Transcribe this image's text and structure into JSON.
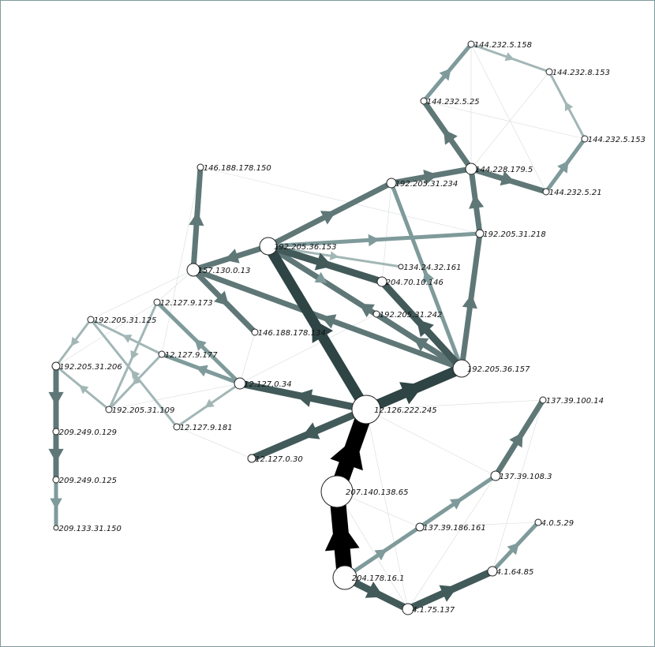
{
  "colors": {
    "background": "#ffffff",
    "border": "#7f9a9a",
    "node_fill": "#ffffff",
    "node_stroke": "#222222",
    "edge_black": "#000000",
    "edge_darkest": "#2f4444",
    "edge_dark": "#425a5a",
    "edge_medium": "#5f7777",
    "edge_light": "#7f9a9a",
    "edge_pale": "#a2b6b6",
    "edge_faint": "#d7dcdc"
  },
  "nodes": [
    {
      "id": "144.232.5.158",
      "label": "144.232.5.158"
    },
    {
      "id": "144.232.8.153",
      "label": "144.232.8.153"
    },
    {
      "id": "144.232.5.25",
      "label": "144.232.5.25"
    },
    {
      "id": "144.232.5.153",
      "label": "144.232.5.153"
    },
    {
      "id": "144.228.179.5",
      "label": "144.228.179.5"
    },
    {
      "id": "144.232.5.21",
      "label": "144.232.5.21"
    },
    {
      "id": "146.188.178.150",
      "label": "146.188.178.150"
    },
    {
      "id": "192.205.31.234",
      "label": "192.205.31.234"
    },
    {
      "id": "192.205.31.218",
      "label": "192.205.31.218"
    },
    {
      "id": "192.205.36.153",
      "label": "192.205.36.153"
    },
    {
      "id": "157.130.0.13",
      "label": "157.130.0.13"
    },
    {
      "id": "134.24.32.161",
      "label": "134.24.32.161"
    },
    {
      "id": "204.70.10.146",
      "label": "204.70.10.146"
    },
    {
      "id": "12.127.9.173",
      "label": "12.127.9.173"
    },
    {
      "id": "192.205.31.125",
      "label": "192.205.31.125"
    },
    {
      "id": "192.205.31.242",
      "label": "192.205.31.242"
    },
    {
      "id": "146.188.178.134",
      "label": "146.188.178.134"
    },
    {
      "id": "12.127.9.177",
      "label": "12.127.9.177"
    },
    {
      "id": "192.205.36.157",
      "label": "192.205.36.157"
    },
    {
      "id": "192.205.31.206",
      "label": "192.205.31.206"
    },
    {
      "id": "12.127.0.34",
      "label": "12.127.0.34"
    },
    {
      "id": "12.126.222.245",
      "label": "12.126.222.245"
    },
    {
      "id": "137.39.100.14",
      "label": "137.39.100.14"
    },
    {
      "id": "192.205.31.109",
      "label": "192.205.31.109"
    },
    {
      "id": "12.127.9.181",
      "label": "12.127.9.181"
    },
    {
      "id": "209.249.0.129",
      "label": "209.249.0.129"
    },
    {
      "id": "12.127.0.30",
      "label": "12.127.0.30"
    },
    {
      "id": "137.39.108.3",
      "label": "137.39.108.3"
    },
    {
      "id": "209.249.0.125",
      "label": "209.249.0.125"
    },
    {
      "id": "207.140.138.65",
      "label": "207.140.138.65"
    },
    {
      "id": "4.0.5.29",
      "label": "4.0.5.29"
    },
    {
      "id": "137.39.186.161",
      "label": "137.39.186.161"
    },
    {
      "id": "209.133.31.150",
      "label": "209.133.31.150"
    },
    {
      "id": "4.1.64.85",
      "label": "4.1.64.85"
    },
    {
      "id": "204.178.16.1",
      "label": "204.178.16.1"
    },
    {
      "id": "4.1.75.137",
      "label": "4.1.75.137"
    }
  ],
  "edges": [
    {
      "source": "204.178.16.1",
      "target": "207.140.138.65",
      "level": "black"
    },
    {
      "source": "207.140.138.65",
      "target": "12.126.222.245",
      "level": "black"
    },
    {
      "source": "12.126.222.245",
      "target": "192.205.36.157",
      "level": "darkest"
    },
    {
      "source": "12.126.222.245",
      "target": "192.205.36.153",
      "level": "darkest"
    },
    {
      "source": "12.126.222.245",
      "target": "12.127.0.34",
      "level": "dark"
    },
    {
      "source": "12.126.222.245",
      "target": "12.127.0.30",
      "level": "dark"
    },
    {
      "source": "192.205.36.157",
      "target": "192.205.36.153",
      "level": "medium"
    },
    {
      "source": "192.205.36.157",
      "target": "157.130.0.13",
      "level": "medium"
    },
    {
      "source": "192.205.36.157",
      "target": "204.70.10.146",
      "level": "dark"
    },
    {
      "source": "192.205.36.157",
      "target": "192.205.31.242",
      "level": "medium"
    },
    {
      "source": "192.205.36.157",
      "target": "192.205.31.218",
      "level": "medium"
    },
    {
      "source": "192.205.36.157",
      "target": "192.205.31.234",
      "level": "light"
    },
    {
      "source": "192.205.36.153",
      "target": "192.205.31.234",
      "level": "medium"
    },
    {
      "source": "192.205.36.153",
      "target": "192.205.31.218",
      "level": "light"
    },
    {
      "source": "192.205.36.153",
      "target": "134.24.32.161",
      "level": "pale"
    },
    {
      "source": "192.205.36.153",
      "target": "204.70.10.146",
      "level": "dark"
    },
    {
      "source": "192.205.36.153",
      "target": "192.205.31.242",
      "level": "light"
    },
    {
      "source": "192.205.36.153",
      "target": "157.130.0.13",
      "level": "medium"
    },
    {
      "source": "192.205.31.234",
      "target": "144.228.179.5",
      "level": "medium"
    },
    {
      "source": "192.205.31.218",
      "target": "144.228.179.5",
      "level": "medium"
    },
    {
      "source": "144.228.179.5",
      "target": "144.232.5.25",
      "level": "medium"
    },
    {
      "source": "144.228.179.5",
      "target": "144.232.5.21",
      "level": "medium"
    },
    {
      "source": "144.232.5.25",
      "target": "144.232.5.158",
      "level": "light"
    },
    {
      "source": "144.232.5.158",
      "target": "144.232.8.153",
      "level": "pale"
    },
    {
      "source": "144.232.5.21",
      "target": "144.232.5.153",
      "level": "light"
    },
    {
      "source": "144.232.5.153",
      "target": "144.232.8.153",
      "level": "pale"
    },
    {
      "source": "157.130.0.13",
      "target": "146.188.178.150",
      "level": "medium"
    },
    {
      "source": "157.130.0.13",
      "target": "146.188.178.134",
      "level": "medium"
    },
    {
      "source": "12.127.0.34",
      "target": "12.127.9.173",
      "level": "light"
    },
    {
      "source": "12.127.0.34",
      "target": "12.127.9.177",
      "level": "light"
    },
    {
      "source": "12.127.0.34",
      "target": "12.127.9.181",
      "level": "pale"
    },
    {
      "source": "12.127.9.173",
      "target": "192.205.31.109",
      "level": "pale"
    },
    {
      "source": "12.127.9.177",
      "target": "192.205.31.125",
      "level": "pale"
    },
    {
      "source": "12.127.9.181",
      "target": "192.205.31.125",
      "level": "pale"
    },
    {
      "source": "12.127.9.177",
      "target": "192.205.31.109",
      "level": "pale"
    },
    {
      "source": "192.205.31.109",
      "target": "192.205.31.206",
      "level": "pale"
    },
    {
      "source": "192.205.31.125",
      "target": "192.205.31.206",
      "level": "pale"
    },
    {
      "source": "192.205.31.206",
      "target": "209.249.0.129",
      "level": "medium"
    },
    {
      "source": "209.249.0.129",
      "target": "209.249.0.125",
      "level": "medium"
    },
    {
      "source": "209.249.0.125",
      "target": "209.133.31.150",
      "level": "light"
    },
    {
      "source": "204.178.16.1",
      "target": "137.39.186.161",
      "level": "light"
    },
    {
      "source": "137.39.186.161",
      "target": "137.39.108.3",
      "level": "light"
    },
    {
      "source": "137.39.108.3",
      "target": "137.39.100.14",
      "level": "medium"
    },
    {
      "source": "204.178.16.1",
      "target": "4.1.75.137",
      "level": "dark"
    },
    {
      "source": "4.1.75.137",
      "target": "4.1.64.85",
      "level": "dark"
    },
    {
      "source": "4.1.64.85",
      "target": "4.0.5.29",
      "level": "light"
    },
    {
      "source": "157.130.0.13",
      "target": "12.127.9.173",
      "level": "faint"
    },
    {
      "source": "157.130.0.13",
      "target": "192.205.31.125",
      "level": "faint"
    },
    {
      "source": "146.188.178.150",
      "target": "192.205.31.218",
      "level": "faint"
    },
    {
      "source": "146.188.178.150",
      "target": "12.127.9.177",
      "level": "faint"
    },
    {
      "source": "192.205.31.234",
      "target": "204.70.10.146",
      "level": "faint"
    },
    {
      "source": "144.232.5.25",
      "target": "144.232.5.153",
      "level": "faint"
    },
    {
      "source": "144.232.5.158",
      "target": "144.232.5.21",
      "level": "faint"
    },
    {
      "source": "144.232.8.153",
      "target": "144.228.179.5",
      "level": "faint"
    },
    {
      "source": "144.232.5.158",
      "target": "144.228.179.5",
      "level": "faint"
    },
    {
      "source": "12.126.222.245",
      "target": "137.39.100.14",
      "level": "faint"
    },
    {
      "source": "12.126.222.245",
      "target": "137.39.108.3",
      "level": "faint"
    },
    {
      "source": "12.126.222.245",
      "target": "4.1.75.137",
      "level": "faint"
    },
    {
      "source": "207.140.138.65",
      "target": "137.39.186.161",
      "level": "faint"
    },
    {
      "source": "137.39.108.3",
      "target": "4.1.75.137",
      "level": "faint"
    },
    {
      "source": "4.0.5.29",
      "target": "137.39.186.161",
      "level": "faint"
    },
    {
      "source": "137.39.100.14",
      "target": "4.1.64.85",
      "level": "faint"
    },
    {
      "source": "12.127.0.34",
      "target": "192.205.31.242",
      "level": "faint"
    },
    {
      "source": "12.127.0.34",
      "target": "146.188.178.134",
      "level": "faint"
    },
    {
      "source": "192.205.31.109",
      "target": "12.127.0.34",
      "level": "faint"
    },
    {
      "source": "12.127.9.173",
      "target": "192.205.31.206",
      "level": "faint"
    },
    {
      "source": "12.127.0.30",
      "target": "12.127.9.181",
      "level": "faint"
    },
    {
      "source": "4.1.75.137",
      "target": "207.140.138.65",
      "level": "faint"
    }
  ]
}
